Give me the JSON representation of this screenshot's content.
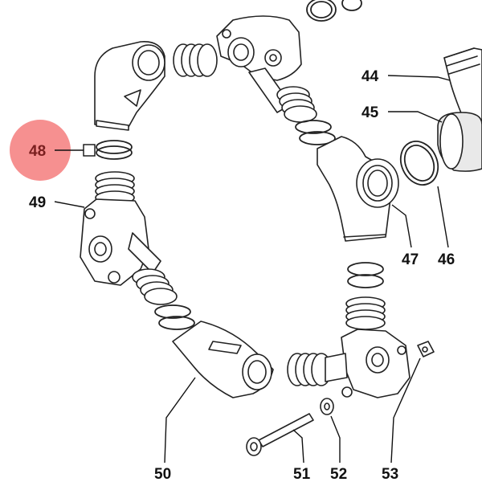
{
  "highlight_color": "#f47c7c",
  "callouts": [
    {
      "id": "44",
      "text": "44"
    },
    {
      "id": "45",
      "text": "45"
    },
    {
      "id": "46",
      "text": "46"
    },
    {
      "id": "47",
      "text": "47"
    },
    {
      "id": "48",
      "text": "48",
      "highlighted": true
    },
    {
      "id": "49",
      "text": "49"
    },
    {
      "id": "50",
      "text": "50"
    },
    {
      "id": "51",
      "text": "51"
    },
    {
      "id": "52",
      "text": "52"
    },
    {
      "id": "53",
      "text": "53"
    }
  ]
}
